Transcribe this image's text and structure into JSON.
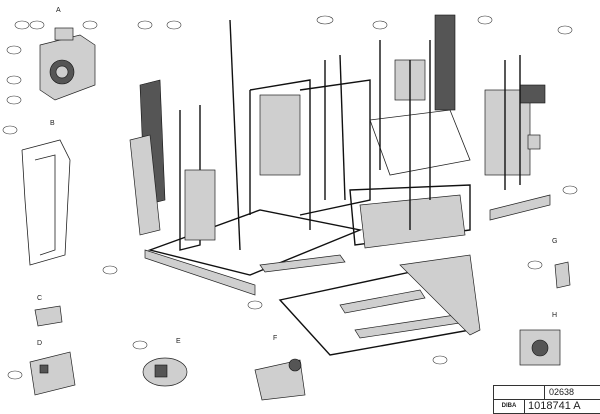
{
  "details": [
    "A",
    "B",
    "C",
    "D",
    "E",
    "F",
    "G",
    "H"
  ],
  "title_block": {
    "drawing_number": "02638",
    "part_number": "1018741 A",
    "logo": "DIBA"
  }
}
